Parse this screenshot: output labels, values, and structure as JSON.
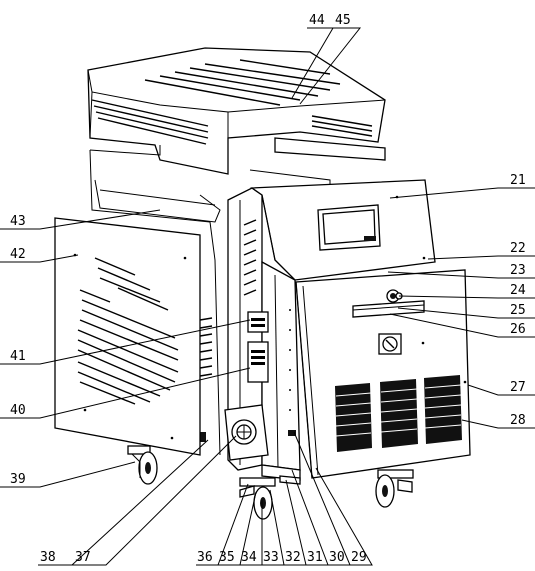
{
  "labels": {
    "l21": "21",
    "l22": "22",
    "l23": "23",
    "l24": "24",
    "l25": "25",
    "l26": "26",
    "l27": "27",
    "l28": "28",
    "l29": "29",
    "l30": "30",
    "l31": "31",
    "l32": "32",
    "l33": "33",
    "l34": "34",
    "l35": "35",
    "l36": "36",
    "l37": "37",
    "l38": "38",
    "l39": "39",
    "l40": "40",
    "l41": "41",
    "l42": "42",
    "l43": "43",
    "l44": "44",
    "l45": "45"
  }
}
